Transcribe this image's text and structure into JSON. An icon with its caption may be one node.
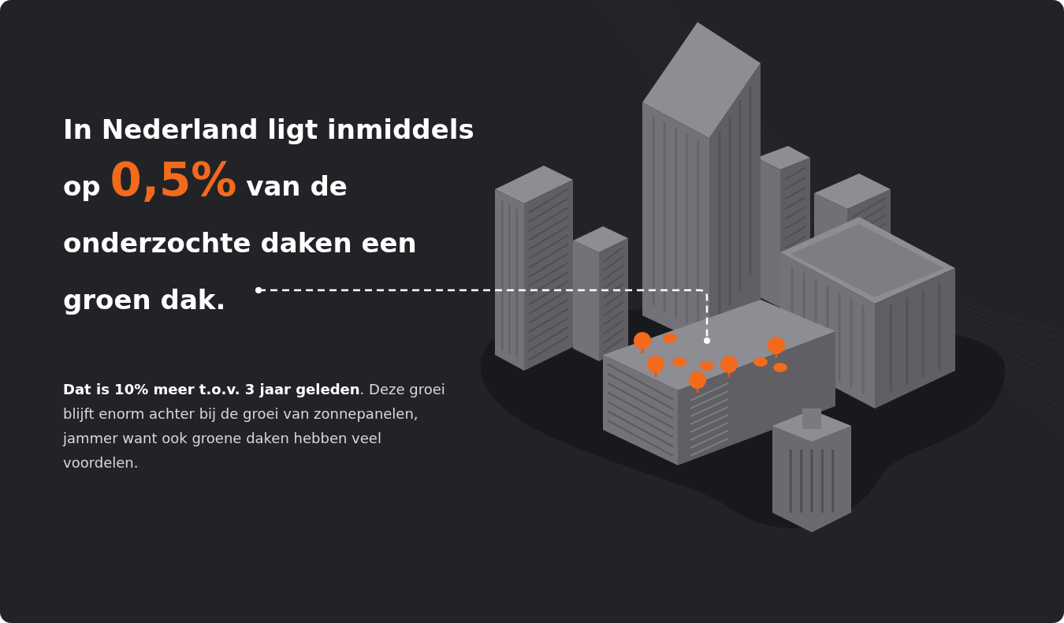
{
  "diagram": {
    "nodes": [
      {
        "text": [
          "In Nederland ligt inmiddels op **0,5%** van de onderzochte daken een groen dak."
        ]
      },
      {
        "text": [],
        "shape": "picture"
      }
    ],
    "edges": [
      {
        "from": 0,
        "to": 1,
        "arrow": "other",
        "style": "dashed"
      }
    ],
    "labels": [
      "**Dat is 10% meer t.o.v. 3 jaar geleden**. Deze groei blijft enorm achter bij de groei van zonnepanelen, jammer want ook groene daken hebben veel voordelen."
    ]
  }
}
